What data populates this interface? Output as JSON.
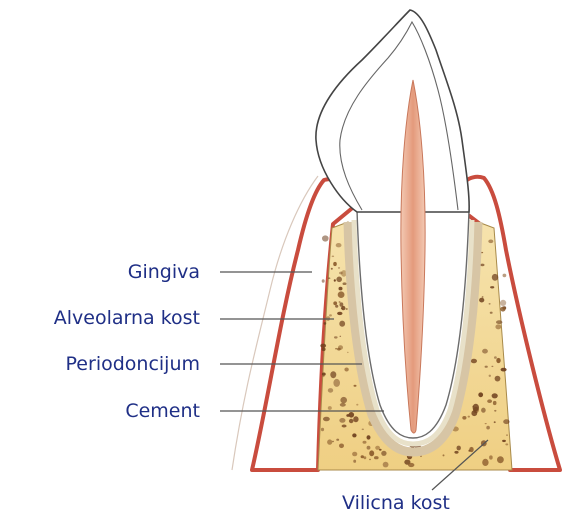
{
  "labels": {
    "gingiva": "Gingiva",
    "alveolar_bone": "Alveolarna kost",
    "periodontium": "Periodoncijum",
    "cementum": "Cement",
    "jaw_bone": "Vilicna kost"
  },
  "colors": {
    "label_text": "#1f2f86",
    "leader_line": "#555555",
    "enamel_outline": "#444444",
    "pulp": "#e7a083",
    "gum": "#c94c3e",
    "bone": "#f2d896",
    "bone_dots": "#6e3f1d"
  }
}
